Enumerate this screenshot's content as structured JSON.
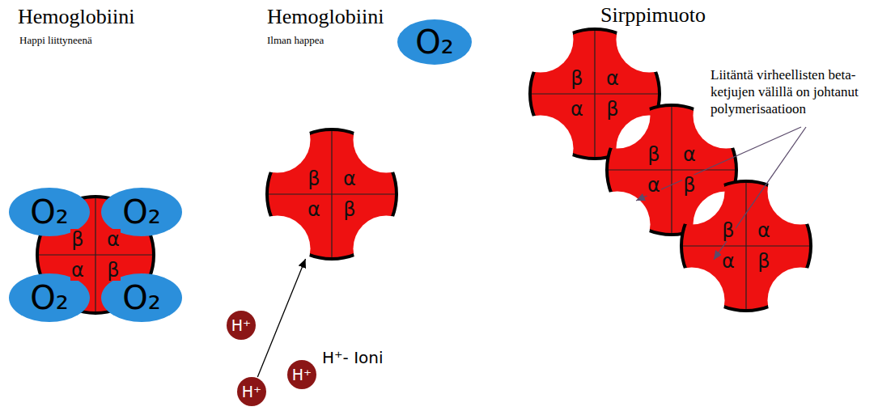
{
  "diagram": {
    "nodes": [
      {
        "text": [
          "β",
          "α",
          "α",
          "β"
        ]
      },
      {
        "text": [
          "O₂"
        ]
      },
      {
        "text": [
          "O₂"
        ]
      },
      {
        "text": [
          "O₂"
        ]
      },
      {
        "text": [
          "O₂"
        ]
      },
      {
        "text": [
          "β",
          "α",
          "α",
          "β"
        ]
      },
      {
        "text": [
          "O₂"
        ]
      },
      {
        "text": [
          "H⁺"
        ]
      },
      {
        "text": [
          "H⁺"
        ]
      },
      {
        "text": [
          "H⁺"
        ]
      },
      {
        "text": [
          "β",
          "α",
          "α",
          "β"
        ]
      },
      {
        "text": [
          "β",
          "α",
          "α",
          "β"
        ]
      },
      {
        "text": [
          "β",
          "α",
          "α",
          "β"
        ]
      }
    ],
    "edges": [
      {
        "from": 9,
        "to": 5,
        "arrow": "to"
      }
    ],
    "labels": [
      "Hemoglobiini",
      "Happi liittyneenä",
      "Hemoglobiini",
      "Ilman happea",
      "Sirppimuoto",
      "Liitäntä virheellisten beta-ketjujen välillä on johtanut polymerisaatioon",
      "H⁺- Ioni"
    ]
  }
}
